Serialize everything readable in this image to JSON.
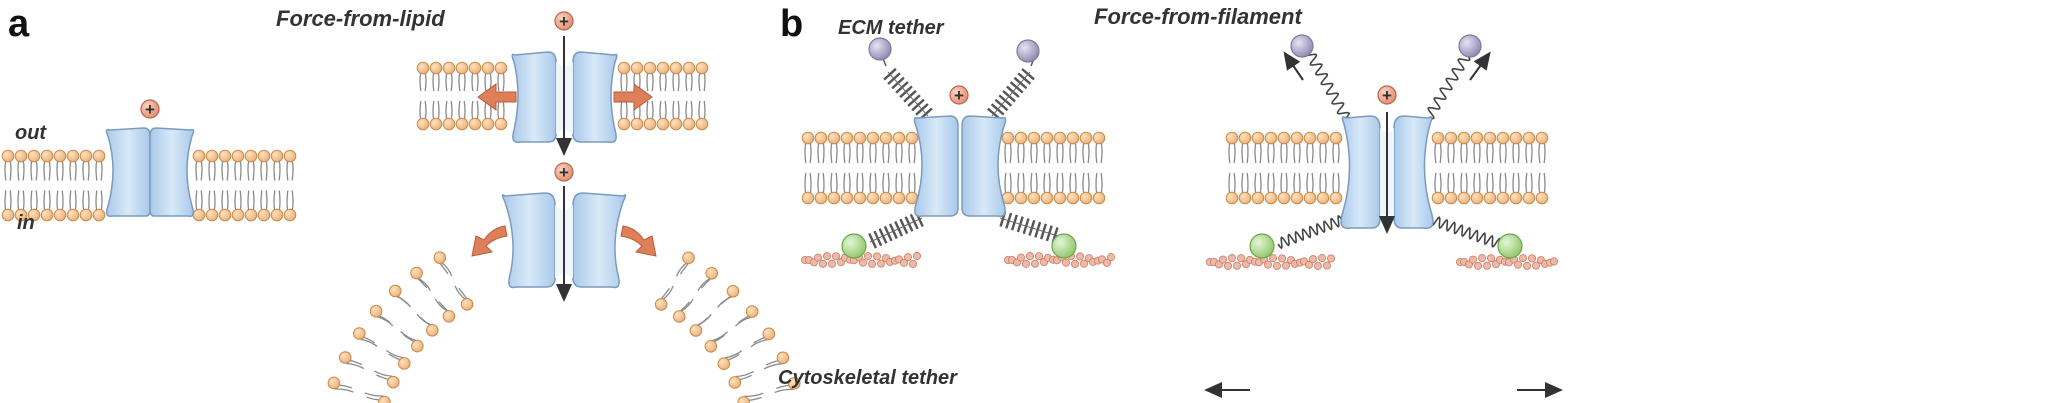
{
  "panels": {
    "a": {
      "letter": "a",
      "title": "Force-from-lipid",
      "label_out": "out",
      "label_in": "in"
    },
    "b": {
      "letter": "b",
      "title": "Force-from-filament",
      "label_ecm": "ECM tether",
      "label_cyto": "Cytoskeletal tether"
    }
  },
  "symbols": {
    "cation": "+"
  },
  "colors": {
    "head": "#f2c48f",
    "head_stroke": "#c88a4a",
    "tail": "#8a8a8a",
    "channel": "#bcd7ef",
    "channel_stroke": "#6f8fb0",
    "pore": "#e9f4fb",
    "ion": "#f0a98f",
    "ion_stroke": "#c0644a",
    "arrow_force": "#d97a55",
    "ecm_ball": "#a9a4c4",
    "cyto_ball": "#a9da8a",
    "filament": "#e6a792"
  }
}
